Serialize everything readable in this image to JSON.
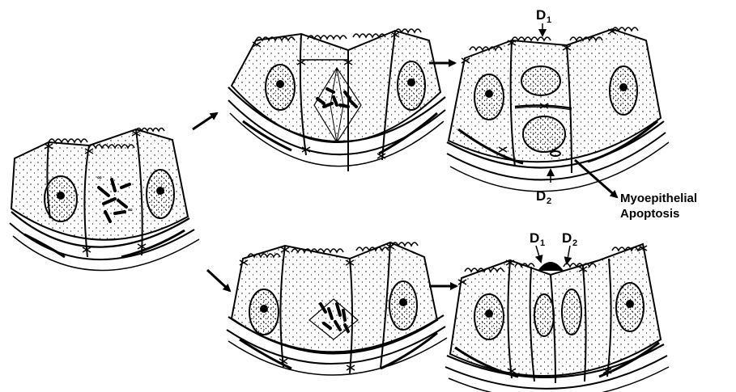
{
  "figure": {
    "panels": [
      {
        "id": "start",
        "stage": "parent cell in mitosis (center cell)"
      },
      {
        "id": "top-middle",
        "stage": "metaphase, spindle oriented perpendicular"
      },
      {
        "id": "top-right",
        "stage": "daughter cells stacked, basal daughter exits layer"
      },
      {
        "id": "bottom-middle",
        "stage": "metaphase, spindle oriented parallel"
      },
      {
        "id": "bottom-right",
        "stage": "daughter cells side by side in layer"
      }
    ],
    "labels": {
      "d1_top": "D",
      "d1_top_sub": "1",
      "d2_top": "D",
      "d2_top_sub": "2",
      "myoepithelial_line1": "Myoepithelial",
      "myoepithelial_line2": "Apoptosis",
      "d1_bottom": "D",
      "d1_bottom_sub": "1",
      "d2_bottom": "D",
      "d2_bottom_sub": "2"
    }
  }
}
